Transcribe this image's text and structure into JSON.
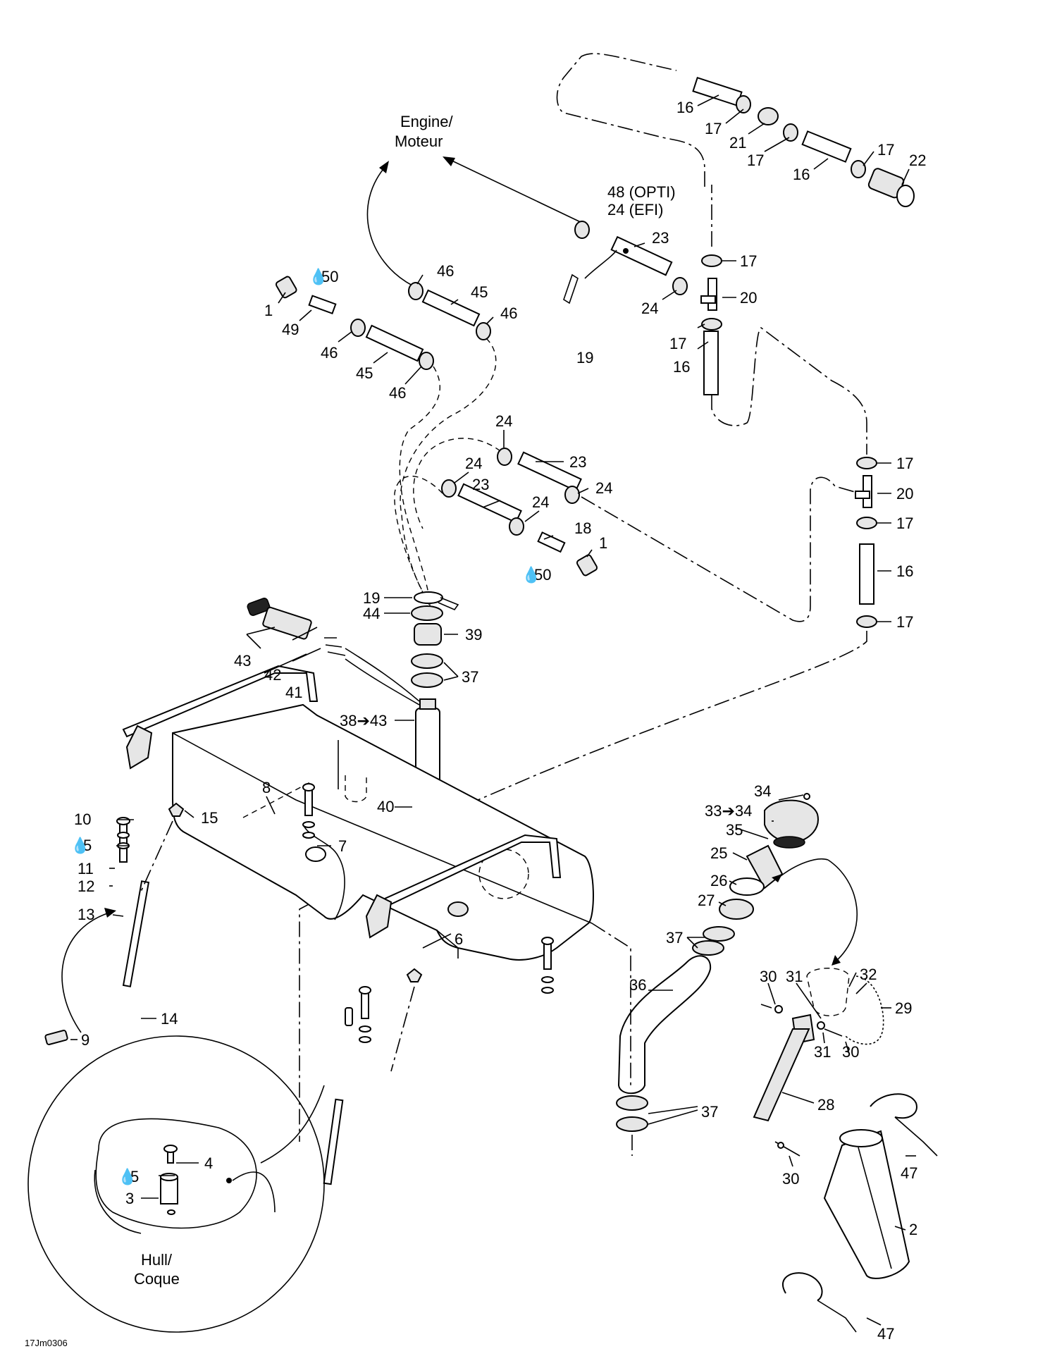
{
  "diagram": {
    "code": "17Jm0306",
    "engine_label_line1": "Engine/",
    "engine_label_line2": "Moteur",
    "hull_label_line1": "Hull/",
    "hull_label_line2": "Coque",
    "variant_opti": "48 (OPTI)",
    "variant_efi": "24 (EFI)",
    "callouts": {
      "c16a": "16",
      "c17a": "17",
      "c21": "21",
      "c17b": "17",
      "c17c": "17",
      "c22": "22",
      "c16b": "16",
      "c23a": "23",
      "c17d": "17",
      "c20a": "20",
      "c24a": "24",
      "c17e": "17",
      "c16c": "16",
      "c19a": "19",
      "c46a": "46",
      "c50a": "50",
      "c1a": "1",
      "c45a": "45",
      "c49": "49",
      "c46b": "46",
      "c46c": "46",
      "c45b": "45",
      "c46d": "46",
      "c24b": "24",
      "c23b": "23",
      "c24c": "24",
      "c24d": "24",
      "c23c": "23",
      "c24e": "24",
      "c18": "18",
      "c1b": "1",
      "c50b": "50",
      "c17f": "17",
      "c20b": "20",
      "c17g": "17",
      "c16d": "16",
      "c17h": "17",
      "c19b": "19",
      "c44": "44",
      "c39": "39",
      "c37a": "37",
      "c43": "43",
      "c42": "42",
      "c41": "41",
      "c3843": "38➔43",
      "c40": "40",
      "c8": "8",
      "c10": "10",
      "c15": "15",
      "c5a": "5",
      "c7": "7",
      "c11": "11",
      "c12": "12",
      "c13": "13",
      "c14": "14",
      "c9": "9",
      "c6": "6",
      "c4": "4",
      "c5b": "5",
      "c3": "3",
      "c34": "34",
      "c3334": "33➔34",
      "c35": "35",
      "c25": "25",
      "c26": "26",
      "c27": "27",
      "c37b": "37",
      "c36": "36",
      "c30a": "30",
      "c31a": "31",
      "c32": "32",
      "c29": "29",
      "c31b": "31",
      "c30b": "30",
      "c28": "28",
      "c37c": "37",
      "c30c": "30",
      "c47a": "47",
      "c2": "2",
      "c47b": "47"
    }
  }
}
